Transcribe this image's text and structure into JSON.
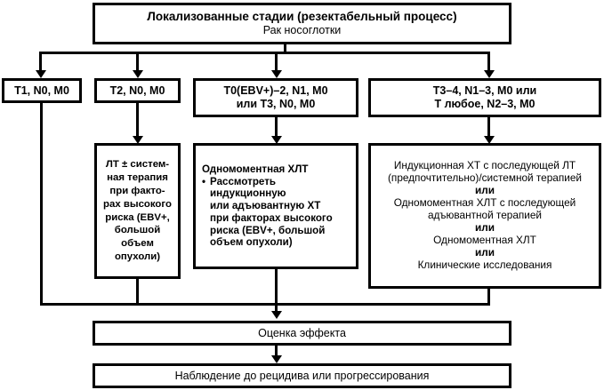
{
  "diagram": {
    "title_box": {
      "heading": "Локализованные стадии (резектабельный процесс)",
      "subheading": "Рак носоглотки"
    },
    "stages": [
      {
        "line1": "T1, N0, M0",
        "line2": ""
      },
      {
        "line1": "T2, N0, M0",
        "line2": ""
      },
      {
        "line1": "T0(EBV+)–2, N1, M0",
        "line2": "или T3, N0, M0"
      },
      {
        "line1": "T3–4, N1–3, M0 или",
        "line2": "T любое, N2–3, M0"
      }
    ],
    "treatment_t2": {
      "lines": [
        "ЛТ ± систем-",
        "ная терапия",
        "при факто-",
        "рах высокого",
        "риска (EBV+,",
        "большой",
        "объем",
        "опухоли)"
      ]
    },
    "treatment_center": {
      "heading": "Одномоментная ХЛТ",
      "bullet_mark": "•",
      "bullet_lines": [
        "Рассмотреть",
        "индукционную",
        "или адъювантную ХТ",
        "при факторах высокого",
        "риска (EBV+, большой",
        "объем опухоли)"
      ]
    },
    "treatment_right": {
      "lines": [
        {
          "text": "Индукционная ХТ с последующей ЛТ",
          "style": "regular"
        },
        {
          "text": "(предпочтительно)/системной терапией",
          "style": "regular"
        },
        {
          "text": "или",
          "style": "bold"
        },
        {
          "text": "Одномоментная ХЛТ с последующей",
          "style": "regular"
        },
        {
          "text": "адъювантной терапией",
          "style": "regular"
        },
        {
          "text": "или",
          "style": "bold"
        },
        {
          "text": "Одномоментная ХЛТ",
          "style": "regular"
        },
        {
          "text": "или",
          "style": "bold"
        },
        {
          "text": "Клинические исследования",
          "style": "regular"
        }
      ]
    },
    "outcome_bar": "Оценка эффекта",
    "followup_bar": "Наблюдение до рецидива или прогрессирования"
  }
}
